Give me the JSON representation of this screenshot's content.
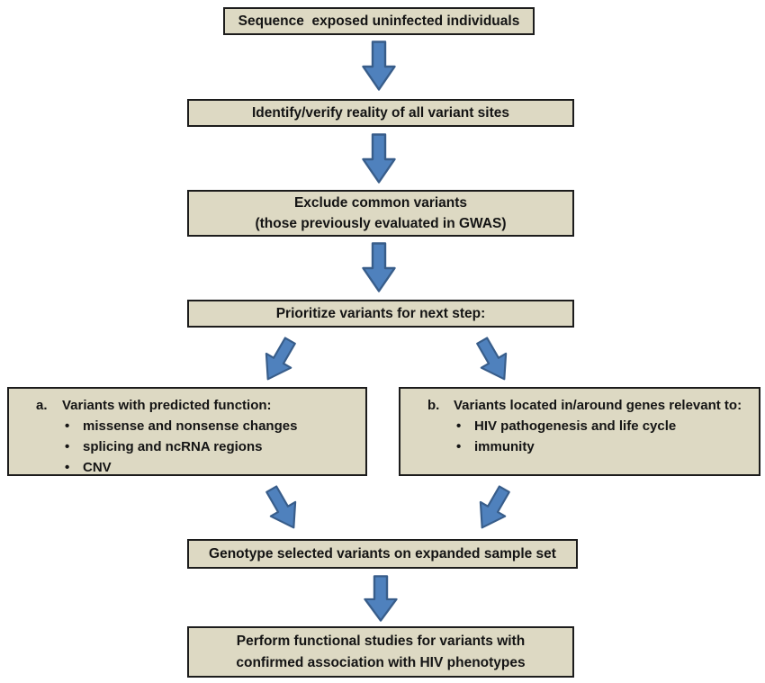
{
  "figure": {
    "background": "#ffffff",
    "box_fill": "#ddd9c3",
    "box_border": "#1c1c1c",
    "arrow_fill": "#4f81bd",
    "arrow_outline": "#385d8a",
    "text_color": "#141414",
    "bullet_char": "•"
  },
  "nodes": {
    "step1": "Sequence  exposed uninfected individuals",
    "step2": "Identify/verify reality of all variant sites",
    "step3": "Exclude common variants\n(those previously evaluated in GWAS)",
    "step4": "Prioritize variants for next step:",
    "branch_a": {
      "label": "a.",
      "title": "Variants with predicted function:",
      "bullets": [
        "missense and nonsense changes",
        "splicing and ncRNA regions",
        "CNV"
      ]
    },
    "branch_b": {
      "label": "b.",
      "title": "Variants located in/around genes relevant to:",
      "bullets": [
        "HIV pathogenesis and life cycle",
        "immunity"
      ]
    },
    "step5": "Genotype selected variants on expanded sample set",
    "step6": "Perform functional studies for variants with\nconfirmed association with HIV phenotypes"
  }
}
